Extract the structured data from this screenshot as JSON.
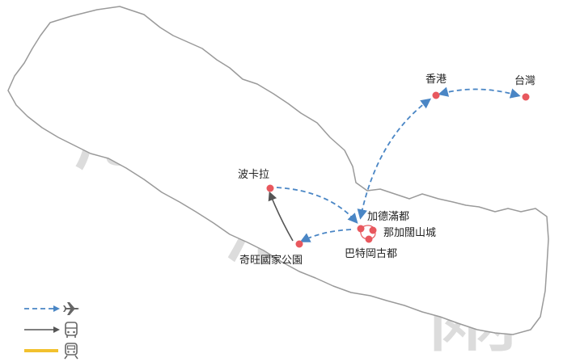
{
  "country": {
    "name_chars": [
      "尼",
      "泊",
      "爾"
    ]
  },
  "cities": {
    "hongkong": {
      "name": "香港"
    },
    "taiwan": {
      "name": "台灣"
    },
    "pokhara": {
      "name": "波卡拉"
    },
    "kathmandu": {
      "name": "加德滿都"
    },
    "bhaktapur": {
      "name": "那加闊山城"
    },
    "patan": {
      "name": "巴特岡古都"
    },
    "chitwan": {
      "name": "奇旺國家公園"
    }
  },
  "colors": {
    "border": "#9a9a9a",
    "watermark": "#dcdcdc",
    "flight": "#4a86c5",
    "bus": "#555555",
    "train": "#f2c12e",
    "city_dot": "#e8585e"
  },
  "legend": {
    "items": [
      {
        "mode": "flight",
        "icon": "airplane-icon"
      },
      {
        "mode": "bus",
        "icon": "bus-icon"
      },
      {
        "mode": "train",
        "icon": "train-icon"
      }
    ]
  }
}
